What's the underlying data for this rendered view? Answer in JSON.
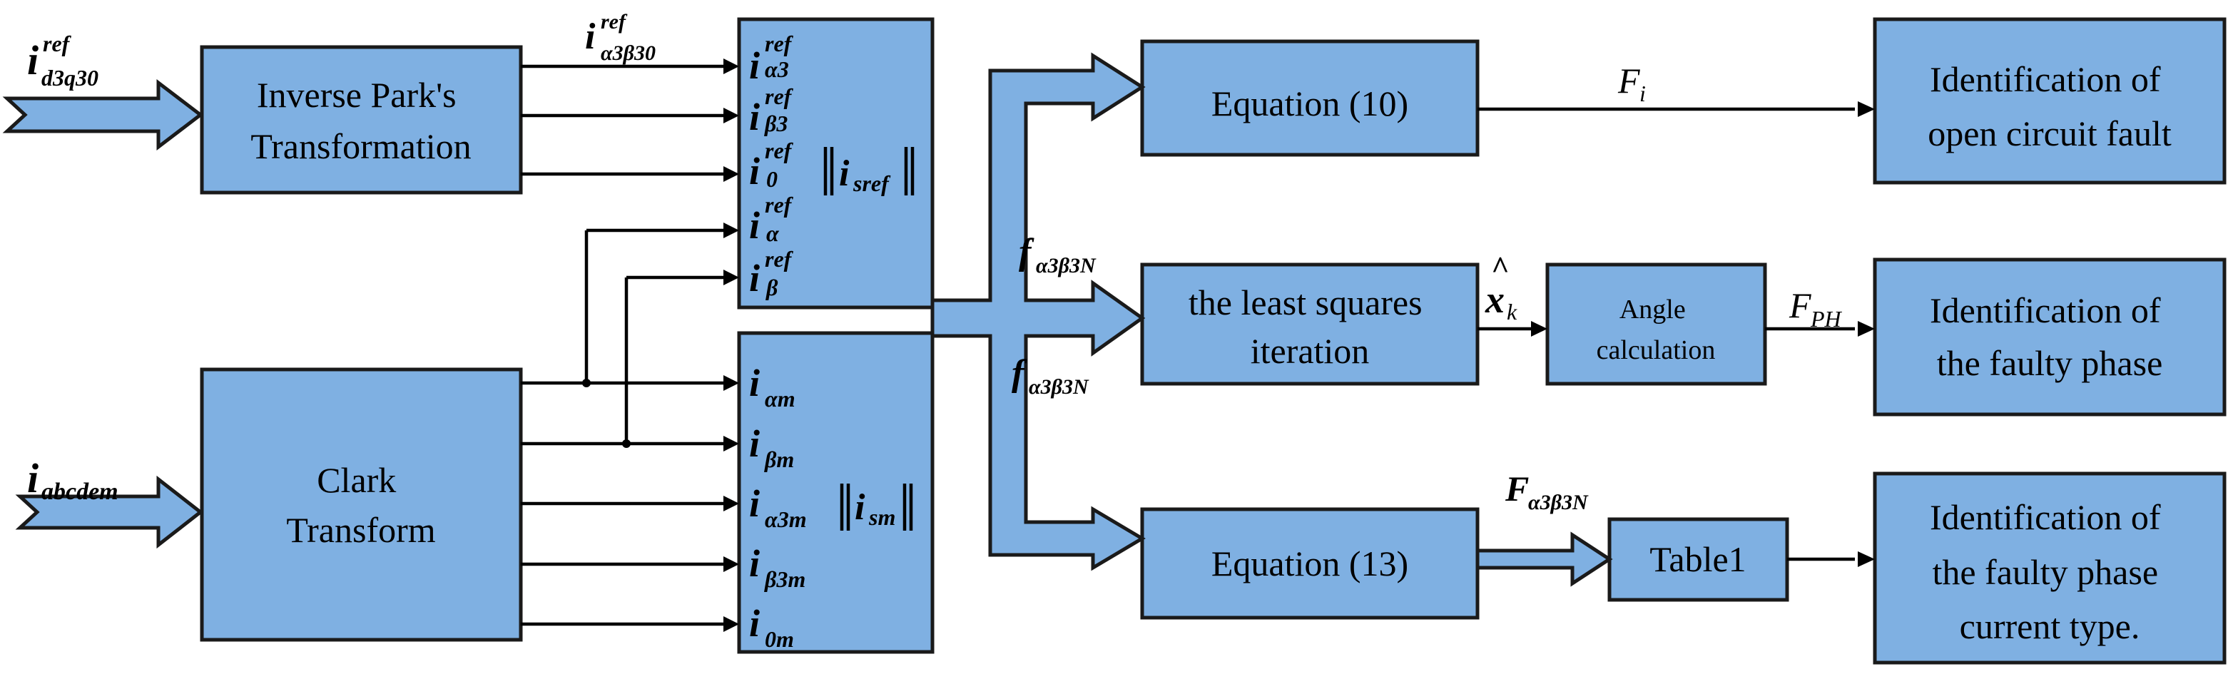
{
  "blocks": {
    "inverse_park": [
      "Inverse Park's",
      "Transformation"
    ],
    "clark": [
      "Clark",
      "Transform"
    ],
    "eq10": "Equation (10)",
    "least_squares": [
      "the least squares",
      "iteration"
    ],
    "angle": [
      "Angle",
      "calculation"
    ],
    "eq13": "Equation (13)",
    "table1": "Table1",
    "id_open": [
      "Identification of",
      "open circuit fault"
    ],
    "id_phase": [
      "Identification of",
      "the faulty phase"
    ],
    "id_type": [
      "Identification of",
      "the faulty phase",
      "current type."
    ]
  },
  "inputs": {
    "i_ref": {
      "base": "i",
      "sup": "ref",
      "sub": "d3q30"
    },
    "i_abcdem": {
      "base": "i",
      "sub": "abcdem"
    }
  },
  "ref_signals": {
    "bus_label": {
      "base": "i",
      "sup": "ref",
      "sub": "α3β30"
    },
    "items": [
      {
        "base": "i",
        "sup": "ref",
        "sub": "α3"
      },
      {
        "base": "i",
        "sup": "ref",
        "sub": "β3"
      },
      {
        "base": "i",
        "sup": "ref",
        "sub": "0"
      },
      {
        "base": "i",
        "sup": "ref",
        "sub": "α"
      },
      {
        "base": "i",
        "sup": "ref",
        "sub": "β"
      }
    ],
    "norm": {
      "base": "i",
      "sub": "sref"
    }
  },
  "meas_signals": {
    "items": [
      {
        "base": "i",
        "sub": "αm"
      },
      {
        "base": "i",
        "sub": "βm"
      },
      {
        "base": "i",
        "sub": "α3m"
      },
      {
        "base": "i",
        "sub": "β3m"
      },
      {
        "base": "i",
        "sub": "0m"
      }
    ],
    "norm": {
      "base": "i",
      "sub": "sm"
    }
  },
  "signals": {
    "f_upper": {
      "base": "f",
      "sub": "α3β3N"
    },
    "f_lower": {
      "base": "f",
      "sub": "α3β3N"
    },
    "F_bus": {
      "base": "F",
      "sub": "α3β3N"
    },
    "x_hat": {
      "base": "x",
      "hat": "^",
      "sub": "k"
    },
    "F_i": {
      "base": "F",
      "sub": "i"
    },
    "F_PH": {
      "base": "F",
      "sub": "PH"
    }
  }
}
